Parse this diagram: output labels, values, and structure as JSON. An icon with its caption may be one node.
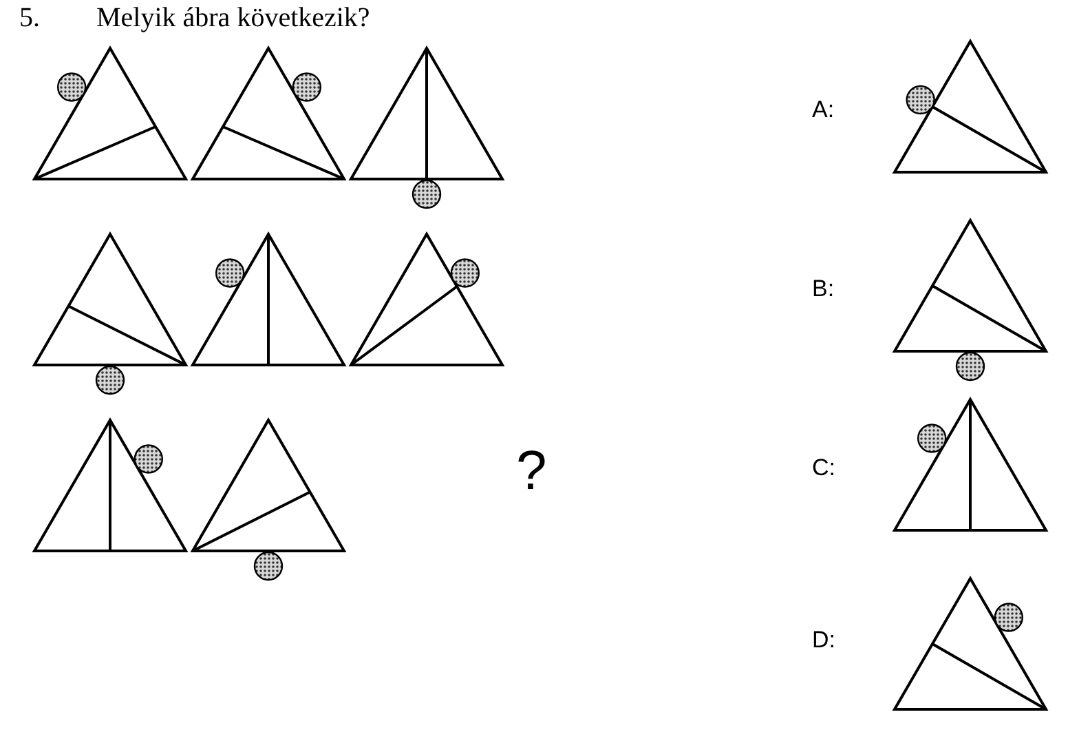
{
  "diagram": {
    "title": "Melyik ábra következik?",
    "labels": [
      "5.",
      "?",
      "A:",
      "B:",
      "C:",
      "D:"
    ]
  }
}
